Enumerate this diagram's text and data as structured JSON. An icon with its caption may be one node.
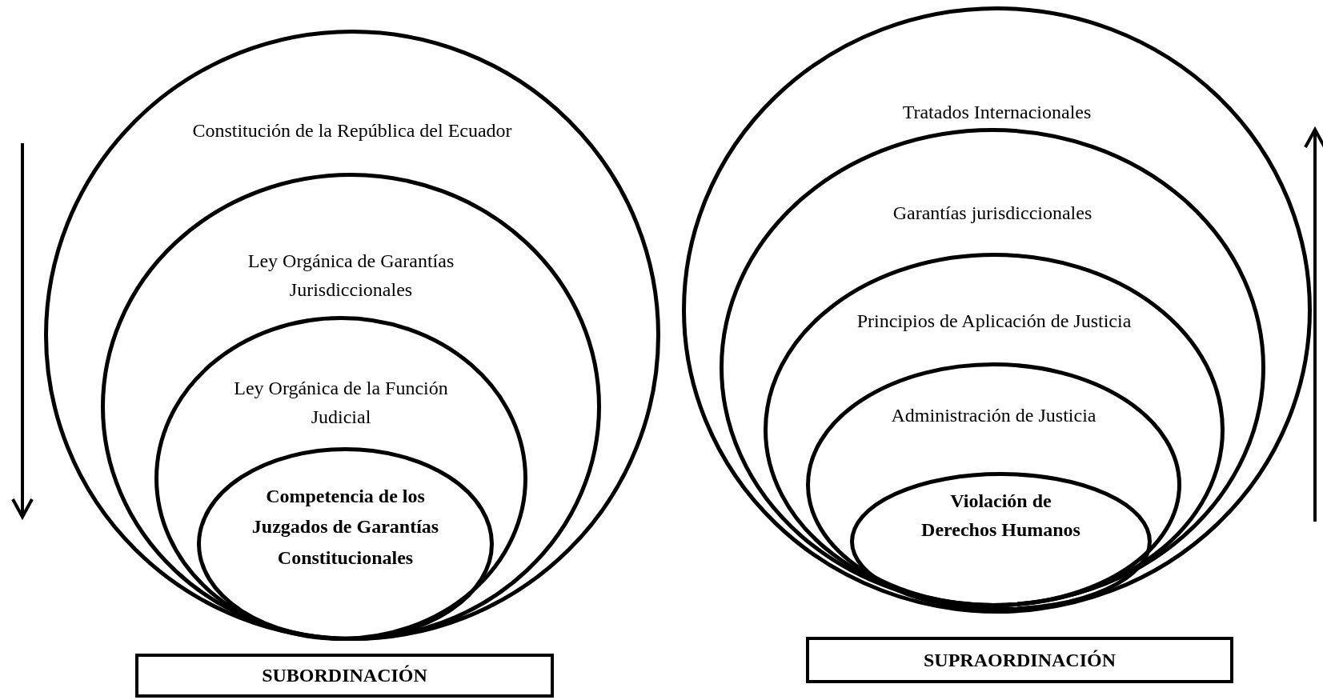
{
  "diagram": {
    "nodes": [
      {
        "text": [
          "Constitución de la República del Ecuador"
        ]
      },
      {
        "text": [
          "Ley Orgánica de Garantías Jurisdiccionales"
        ],
        "in": 0
      },
      {
        "text": [
          "Ley Orgánica de la Función Judicial"
        ],
        "in": 1
      },
      {
        "text": [
          "Competencia de los Juzgados de Garantías Constitucionales"
        ],
        "in": 2
      },
      {
        "text": [
          "SUBORDINACIÓN"
        ]
      },
      {
        "text": [
          "Tratados Internacionales"
        ]
      },
      {
        "text": [
          "Garantías jurisdiccionales"
        ],
        "in": 5
      },
      {
        "text": [
          "Principios de Aplicación de Justicia"
        ],
        "in": 6
      },
      {
        "text": [
          "Administración de Justicia"
        ],
        "in": 7
      },
      {
        "text": [
          "Violación de Derechos Humanos"
        ],
        "in": 8
      },
      {
        "text": [
          "SUPRAORDINACIÓN"
        ]
      }
    ]
  }
}
